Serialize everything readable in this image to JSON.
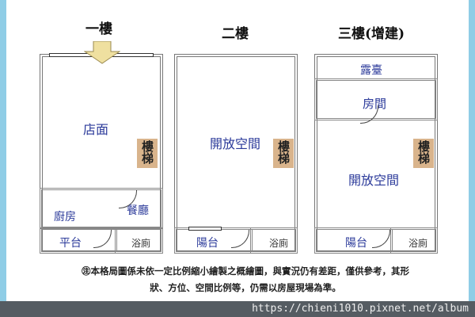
{
  "floors": [
    {
      "title": "一樓",
      "rooms": {
        "main": "店面",
        "stairs": "樓梯",
        "dining": "餐廳",
        "kitchen": "廚房",
        "platform": "平台",
        "bath": "浴廁"
      }
    },
    {
      "title": "二樓",
      "rooms": {
        "main": "開放空間",
        "stairs": "樓梯",
        "balcony": "陽台",
        "bath": "浴廁"
      }
    },
    {
      "title": "三樓(增建)",
      "rooms": {
        "terrace": "露臺",
        "bedroom": "房間",
        "main": "開放空間",
        "stairs": "樓梯",
        "balcony": "陽台",
        "bath": "浴廁"
      }
    }
  ],
  "note_line1": "㊟本格局圖係未依一定比例縮小繪製之概繪圖，與實況仍有差距，僅供參考，其形",
  "note_line2": "狀、方位、空間比例等，仍需以房屋現場為準。",
  "watermark": "https://chieni1010.pixnet.net/album",
  "colors": {
    "label": "#2b3a9a",
    "stairs": "#d9b48c",
    "side_strip": "#8fcde6"
  }
}
